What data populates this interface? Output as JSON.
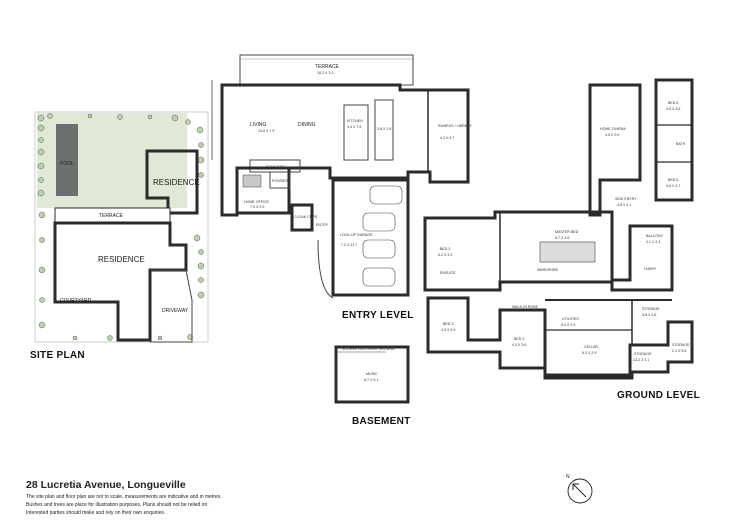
{
  "site_plan": {
    "title": "SITE PLAN",
    "labels": {
      "pool": "POOL",
      "residence_upper": "RESIDENCE",
      "terrace": "TERRACE",
      "residence_main": "RESIDENCE",
      "courtyard": "COURTYARD",
      "driveway": "DRIVEWAY"
    }
  },
  "entry_level": {
    "title": "ENTRY LEVEL",
    "rooms": {
      "terrace": {
        "name": "TERRACE",
        "dims": "18.2 X 3.3"
      },
      "living": {
        "name": "LIVING",
        "dims": "10.8 X 7.9"
      },
      "dining": {
        "name": "DINING"
      },
      "kitchen": {
        "name": "KITCHEN",
        "dims": "4.4 X 7.5"
      },
      "kitchen2": {
        "dims": "3.6 X 1.8"
      },
      "rumpus": {
        "name": "RUMPUS / LIBRARY",
        "dims": "4.3 X 6.7"
      },
      "home_office": {
        "name": "HOME OFFICE",
        "dims": "7.0 X 2.9"
      },
      "garage": {
        "name": "LOCK-UP GARAGE",
        "dims": "7.2 X 11.7"
      },
      "powder": {
        "name": "POWDER"
      },
      "cloak": {
        "name": "CLOAK CUPD"
      },
      "entry": {
        "name": "ENTRY"
      },
      "scullery": {
        "name": "SCULLERY"
      }
    }
  },
  "basement": {
    "title": "BASEMENT",
    "rooms": {
      "access": {
        "name": "ACCESS VIA LOWER GROUND"
      },
      "music": {
        "name": "MUSIC",
        "dims": "6.7 X 5.1"
      }
    }
  },
  "ground_level": {
    "title": "GROUND LEVEL",
    "rooms": {
      "home_cinema": {
        "name": "HOME CINEMA",
        "dims": "4.5 X 9.0"
      },
      "bed6": {
        "name": "BED 6",
        "dims": "3.6 X 3.6"
      },
      "bed5": {
        "name": "BED 5",
        "dims": "3.6 X 3.7"
      },
      "side_entry": {
        "name": "SIDE ENTRY",
        "dims": "4.8 X 4.1"
      },
      "bed2": {
        "name": "BED 2",
        "dims": "5.2 X 4.3"
      },
      "master_bed": {
        "name": "MASTER BED",
        "dims": "6.7 X 3.8"
      },
      "balcony": {
        "name": "BALCONY",
        "dims": "4.1 X 2.4"
      },
      "ensuite": {
        "name": "ENSUITE"
      },
      "bed3": {
        "name": "BED 3",
        "dims": "4.5 X 4.9"
      },
      "bed4": {
        "name": "BED 4",
        "dims": "4.4 X 3.6"
      },
      "walk_in_robe": {
        "name": "WALK-IN ROBE"
      },
      "utilities": {
        "name": "UTILITIES",
        "dims": "6.4 X 1.9"
      },
      "storage1": {
        "name": "STORAGE",
        "dims": "3.8 X 4.6"
      },
      "cellar": {
        "name": "CELLAR",
        "dims": "8.3 X 2.9"
      },
      "storage2": {
        "name": "STORAGE",
        "dims": "13.2 X 4.1"
      },
      "storage3": {
        "name": "STORAGE",
        "dims": "2.1 X 5.6"
      },
      "bath": {
        "name": "BATH"
      },
      "laundry": {
        "name": "LNDRY"
      },
      "wardrobe": {
        "name": "WARDROBE"
      }
    }
  },
  "compass": {
    "label": "N"
  },
  "footer": {
    "address": "28 Lucretia Avenue, Longueville",
    "disclaimer_1": "The site plan and floor plan are not to scale, measurements are indicative and in metres.",
    "disclaimer_2": "Bushes and trees are place for illustration purposes. Plans should not be relied on.",
    "disclaimer_3": "Interested parties should make and rely on their own enquiries."
  },
  "colors": {
    "lawn": "#dfe9d6",
    "pool": "#6a7170",
    "tree": "#bfcfb1",
    "tree_dark": "#2f3b2d",
    "wall": "#2b2b2b"
  }
}
